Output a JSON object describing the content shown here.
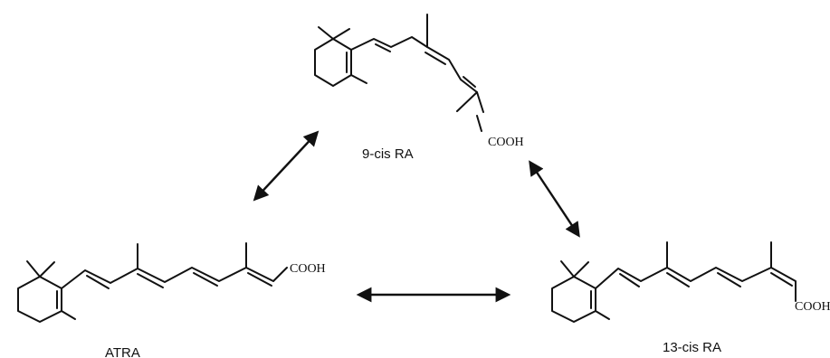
{
  "labels": {
    "nine_cis": "9-cis RA",
    "atra": "ATRA",
    "thirteen_cis": "13-cis RA"
  },
  "groups": {
    "nine_cis_acid": "COOH",
    "atra_acid": "COOH",
    "thirteen_cis_acid": "COOH"
  }
}
